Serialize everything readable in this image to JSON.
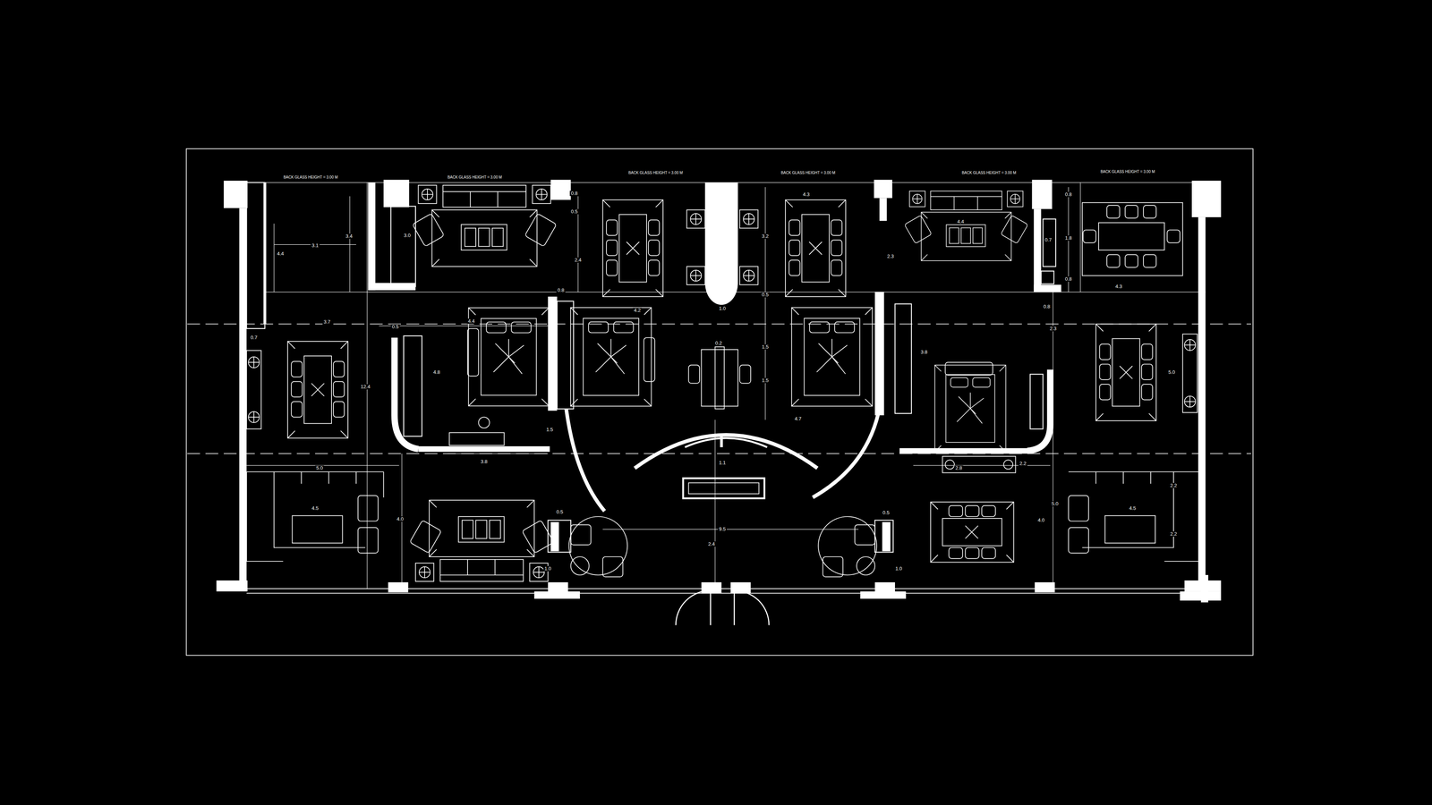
{
  "diagram": {
    "labels": [
      "BACK GLASS HEIGHT = 3.00 M",
      "BACK GLASS HEIGHT = 3.00 M",
      "BACK GLASS HEIGHT = 3.00 M",
      "BACK GLASS HEIGHT = 3.00 M",
      "BACK GLASS HEIGHT = 3.00 M",
      "BACK GLASS HEIGHT = 3.00 M",
      "3.1",
      "3.4",
      "4.4",
      "3.0",
      "0.8",
      "0.5",
      "2.4",
      "0.8",
      "4.2",
      "1.0",
      "4.3",
      "3.2",
      "0.5",
      "4.4",
      "2.3",
      "0.8",
      "1.8",
      "0.7",
      "0.8",
      "0.8",
      "4.3",
      "3.7",
      "0.7",
      "12.4",
      "0.5",
      "4.8",
      "4.4",
      "1.5",
      "3.8",
      "0.2",
      "1.5",
      "1.5",
      "4.7",
      "3.8",
      "2.3",
      "5.0",
      "2.8",
      "2.2",
      "5.0",
      "4.5",
      "4.0",
      "1.1",
      "9.5",
      "2.4",
      "0.5",
      "1.0",
      "0.5",
      "1.0",
      "4.0",
      "5.0",
      "4.5",
      "2.2",
      "2.2"
    ]
  }
}
